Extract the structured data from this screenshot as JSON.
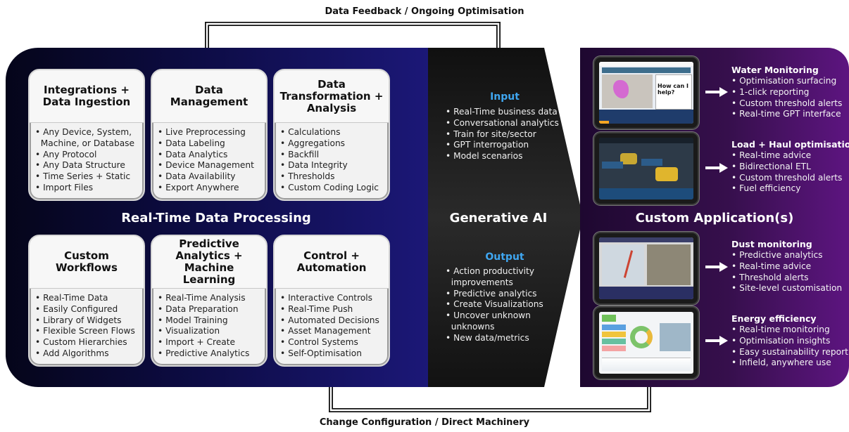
{
  "loop": {
    "top_label": "Data Feedback / Ongoing Optimisation",
    "bottom_label": "Change Configuration / Direct Machinery"
  },
  "left": {
    "title": "Real-Time Data Processing",
    "cards": [
      {
        "title_lines": [
          "Integrations +",
          "Data Ingestion"
        ],
        "items": [
          "Any Device, System,",
          "Machine, or Database",
          "Any Protocol",
          "Any Data Structure",
          "Time Series + Static",
          "Import Files"
        ],
        "bullets": [
          true,
          false,
          true,
          true,
          true,
          true
        ]
      },
      {
        "title_lines": [
          "Data",
          "Management"
        ],
        "items": [
          "Live Preprocessing",
          "Data Labeling",
          "Data Analytics",
          "Device Management",
          "Data Availability",
          "Export Anywhere"
        ],
        "bullets": [
          true,
          true,
          true,
          true,
          true,
          true
        ]
      },
      {
        "title_lines": [
          "Data",
          "Transformation +",
          "Analysis"
        ],
        "items": [
          "Calculations",
          "Aggregations",
          "Backfill",
          "Data Integrity",
          "Thresholds",
          "Custom Coding Logic"
        ],
        "bullets": [
          true,
          true,
          true,
          true,
          true,
          true
        ]
      },
      {
        "title_lines": [
          "Custom",
          "Workflows"
        ],
        "items": [
          "Real-Time Data",
          "Easily Configured",
          "Library of Widgets",
          "Flexible Screen Flows",
          "Custom Hierarchies",
          "Add Algorithms"
        ],
        "bullets": [
          true,
          true,
          true,
          true,
          true,
          true
        ]
      },
      {
        "title_lines": [
          "Predictive",
          "Analytics +",
          "Machine Learning"
        ],
        "items": [
          "Real-Time Analysis",
          "Data Preparation",
          "Model Training",
          "Visualization",
          "Import + Create",
          "Predictive Analytics"
        ],
        "bullets": [
          true,
          true,
          true,
          true,
          true,
          true
        ]
      },
      {
        "title_lines": [
          "Control +",
          "Automation"
        ],
        "items": [
          "Interactive Controls",
          "Real-Time Push",
          "Automated Decisions",
          "Asset Management",
          "Control Systems",
          "Self-Optimisation"
        ],
        "bullets": [
          true,
          true,
          true,
          true,
          true,
          true
        ]
      }
    ]
  },
  "middle": {
    "title": "Generative AI",
    "input_label": "Input",
    "input_items": [
      "Real-Time business data",
      "Conversational analytics",
      "Train for site/sector",
      "GPT interrogation",
      "Model scenarios"
    ],
    "input_bullets": [
      true,
      true,
      true,
      true,
      true
    ],
    "output_label": "Output",
    "output_items": [
      "Action productivity",
      "improvements",
      "Predictive analytics",
      "Create Visualizations",
      "Uncover unknown",
      "unknowns",
      "New data/metrics"
    ],
    "output_bullets": [
      true,
      false,
      true,
      true,
      true,
      false,
      true
    ]
  },
  "right": {
    "title": "Custom Application(s)",
    "apps": [
      {
        "title": "Water Monitoring",
        "items": [
          "Optimisation surfacing",
          "1-click reporting",
          "Custom threshold alerts",
          "Real-time GPT interface"
        ],
        "screen_text": "How can I help?"
      },
      {
        "title": "Load + Haul optimisation",
        "items": [
          "Real-time advice",
          "Bidirectional ETL",
          "Custom threshold alerts",
          "Fuel efficiency"
        ]
      },
      {
        "title": "Dust monitoring",
        "items": [
          "Predictive analytics",
          "Real-time advice",
          "Threshold alerts",
          "Site-level customisation"
        ]
      },
      {
        "title": "Energy efficiency",
        "items": [
          "Real-time monitoring",
          "Optimisation insights",
          "Easy sustainability report",
          "Infield, anywhere use"
        ]
      }
    ]
  },
  "colors": {
    "left_bg": "#0d0c45",
    "middle_bg": "#1c1c1c",
    "right_bg": "#4a1266",
    "accent_blue": "#3fa6f0"
  }
}
